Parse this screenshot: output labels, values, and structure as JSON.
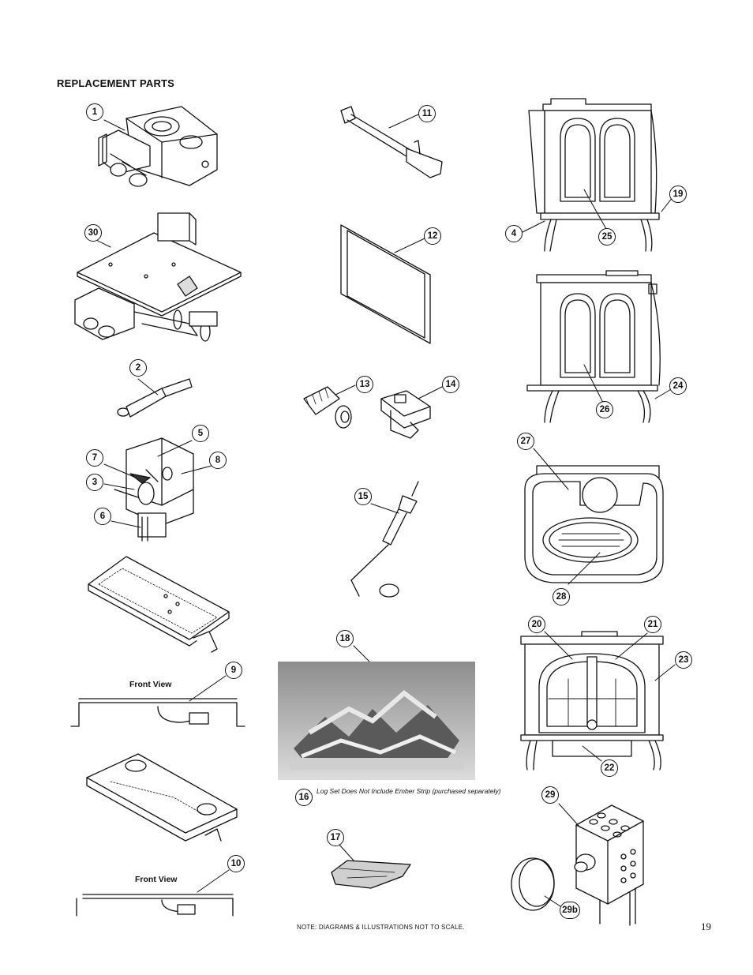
{
  "heading": "REPLACEMENT PARTS",
  "callouts": {
    "p1": "1",
    "p30": "30",
    "p2": "2",
    "p5": "5",
    "p7": "7",
    "p8": "8",
    "p3": "3",
    "p6": "6",
    "p9": "9",
    "p10": "10",
    "p11": "11",
    "p12": "12",
    "p13": "13",
    "p14": "14",
    "p15": "15",
    "p18": "18",
    "p16": "16",
    "p17": "17",
    "p4": "4",
    "p25": "25",
    "p19": "19",
    "p26": "26",
    "p24": "24",
    "p27": "27",
    "p28": "28",
    "p20": "20",
    "p21": "21",
    "p23": "23",
    "p22": "22",
    "p29": "29",
    "p29b": "29b"
  },
  "front_view_label_9": "Front View",
  "front_view_label_10": "Front View",
  "log_caption": "Log Set Does Not Include Ember Strip (purchased separately)",
  "scale_note": "NOTE: DIAGRAMS & ILLUSTRATIONS NOT TO SCALE.",
  "page_number": "19"
}
